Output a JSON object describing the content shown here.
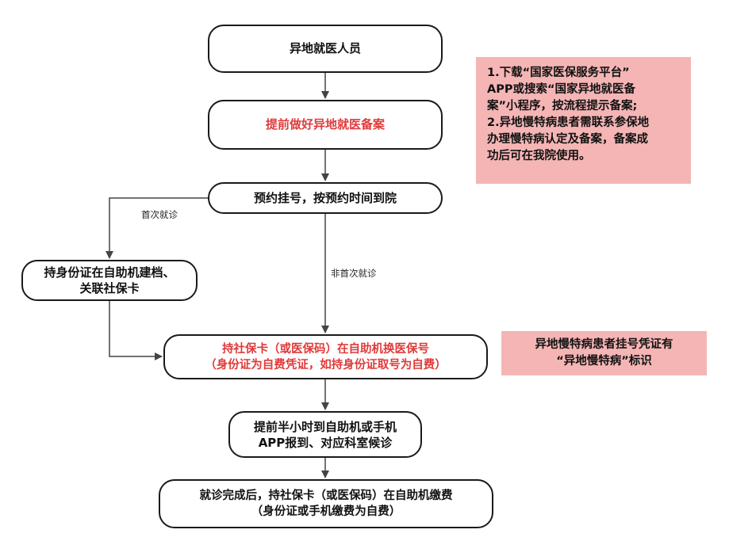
{
  "nodes": {
    "start": {
      "lines": [
        "异地就医人员"
      ]
    },
    "filing": {
      "lines": [
        "提前做好异地就医备案"
      ],
      "color": "#e03a3a"
    },
    "register": {
      "lines": [
        "预约挂号，按预约时间到院"
      ]
    },
    "first_visit_setup": {
      "lines": [
        "持身份证在自助机建档、",
        "关联社保卡"
      ]
    },
    "exchange": {
      "lines": [
        "持社保卡（或医保码）在自助机换医保号",
        "（身份证为自费凭证，如持身份证取号为自费）"
      ],
      "color": "#e03a3a"
    },
    "checkin": {
      "lines": [
        "提前半小时到自助机或手机",
        "APP报到、对应科室候诊"
      ]
    },
    "payment": {
      "lines": [
        "就诊完成后，持社保卡（或医保码）在自助机缴费",
        "（身份证或手机缴费为自费）"
      ]
    }
  },
  "edge_labels": {
    "first_visit": "首次就诊",
    "not_first_visit": "非首次就诊"
  },
  "notes": {
    "filing_note": {
      "lines": [
        "1.下载“国家医保服务平台”",
        "APP或搜索“国家异地就医备",
        "案”小程序，按流程提示备案;",
        "2.异地慢特病患者需联系参保地",
        "办理慢特病认定及备案，备案成",
        "功后可在我院使用。"
      ],
      "background": "#f5b5b5"
    },
    "chronic_note": {
      "lines": [
        "异地慢特病患者挂号凭证有",
        "“异地慢特病”标识"
      ],
      "background": "#f5b5b5"
    }
  },
  "colors": {
    "emphasis": "#e03a3a",
    "note_background": "#f5b5b5",
    "stroke": "#1a1a1a"
  }
}
